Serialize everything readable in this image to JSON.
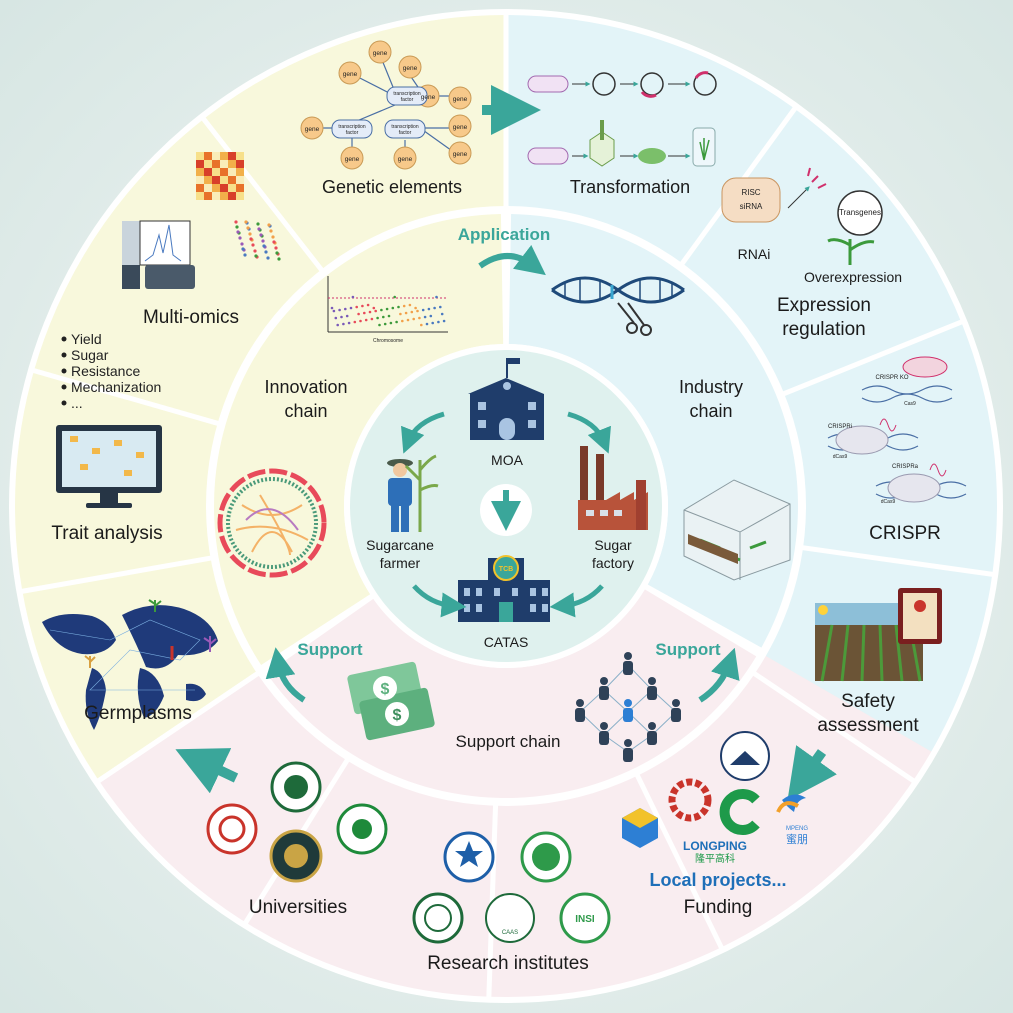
{
  "center": {
    "moa": "MOA",
    "farmer": [
      "Sugarcane",
      "farmer"
    ],
    "factory": [
      "Sugar",
      "factory"
    ],
    "catas": "CATAS"
  },
  "chains": {
    "innovation": [
      "Innovation",
      "chain"
    ],
    "industry": [
      "Industry",
      "chain"
    ],
    "support": "Support chain",
    "application": "Application",
    "support_left": "Support",
    "support_right": "Support"
  },
  "segments": {
    "genetic_elements": "Genetic elements",
    "transformation": "Transformation",
    "rnai": "RNAi",
    "overexpression": "Overexpression",
    "expression_regulation": [
      "Expression",
      "regulation"
    ],
    "crispr": "CRISPR",
    "safety_assessment": [
      "Safety",
      "assessment"
    ],
    "funding": "Funding",
    "local_projects": "Local projects...",
    "research_institutes": "Research institutes",
    "universities": "Universities",
    "germplasms": "Germplasms",
    "trait_analysis": "Trait analysis",
    "multi_omics": "Multi-omics"
  },
  "trait_list": [
    "Yield",
    "Sugar",
    "Resistance",
    "Mechanization",
    "..."
  ],
  "icon_text": {
    "gene": "gene",
    "tf": [
      "transcription",
      "factor"
    ],
    "risc": "RISC",
    "sirna": "siRNA",
    "transgenes": "Transgenes",
    "crispr_ko": "CRISPR KO",
    "crispri": "CRISPRi",
    "crispra": "CRISPRa",
    "cas9": "Cas9",
    "dcas9": "dCas9",
    "chromosome": "Chromosome",
    "longping_en": "LONGPING",
    "longping_cn": "隆平高科",
    "mpeng_en": "MPENG",
    "mpeng_cn": "蜜朋",
    "caas": "CAAS",
    "insi": "INSI",
    "tcb": "TCB"
  },
  "colors": {
    "yellow_sector": "#f8f8dc",
    "blue_sector": "#e3f4f8",
    "pink_sector": "#f9edf0",
    "center": "#dff1ee",
    "teal": "#3aa69a",
    "navy": "#1f3d6b"
  }
}
